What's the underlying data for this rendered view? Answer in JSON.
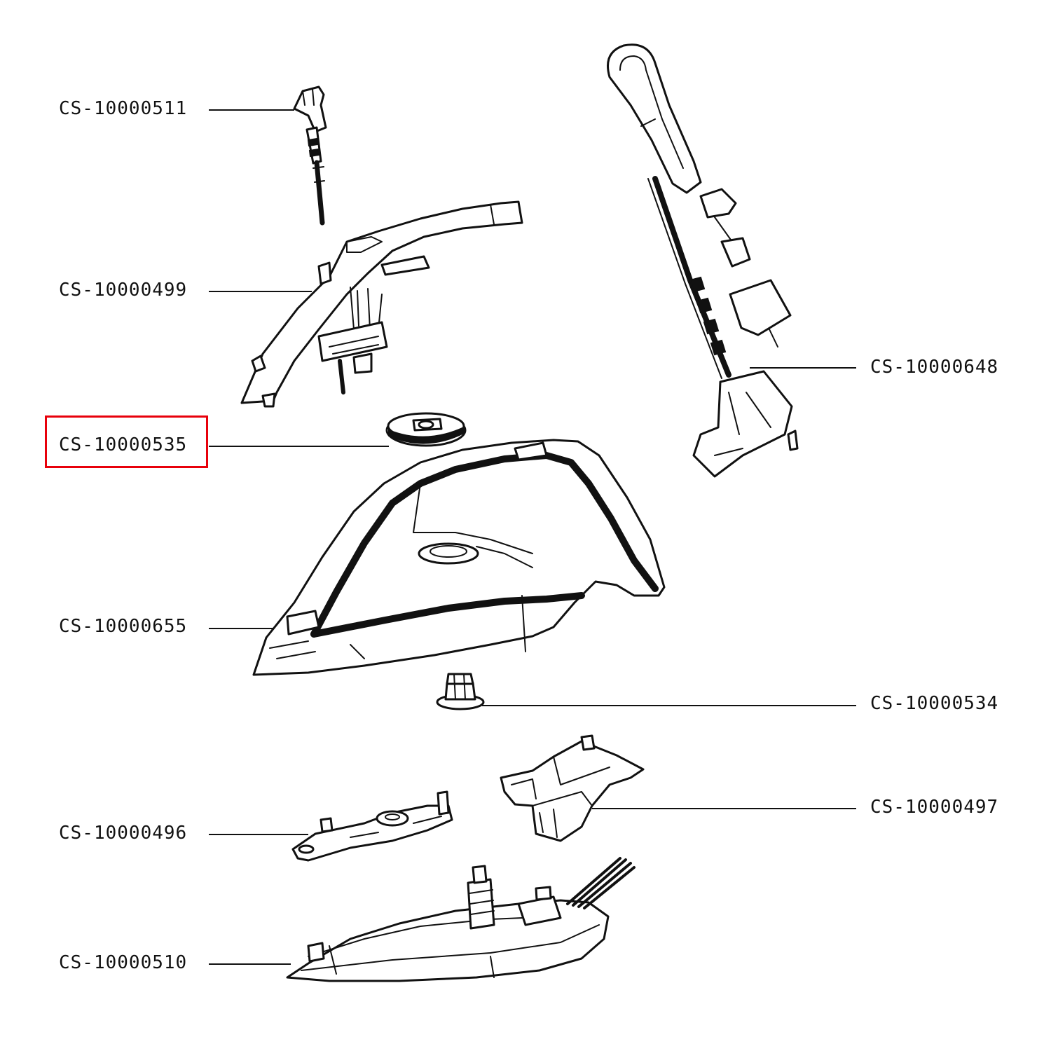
{
  "diagram": {
    "highlight_color": "#e8000b",
    "parts": [
      {
        "id": "p511",
        "code": "CS-10000511",
        "highlighted": false
      },
      {
        "id": "p499",
        "code": "CS-10000499",
        "highlighted": false
      },
      {
        "id": "p535",
        "code": "CS-10000535",
        "highlighted": true
      },
      {
        "id": "p655",
        "code": "CS-10000655",
        "highlighted": false
      },
      {
        "id": "p496",
        "code": "CS-10000496",
        "highlighted": false
      },
      {
        "id": "p510",
        "code": "CS-10000510",
        "highlighted": false
      },
      {
        "id": "p648",
        "code": "CS-10000648",
        "highlighted": false
      },
      {
        "id": "p534",
        "code": "CS-10000534",
        "highlighted": false
      },
      {
        "id": "p497",
        "code": "CS-10000497",
        "highlighted": false
      }
    ]
  }
}
